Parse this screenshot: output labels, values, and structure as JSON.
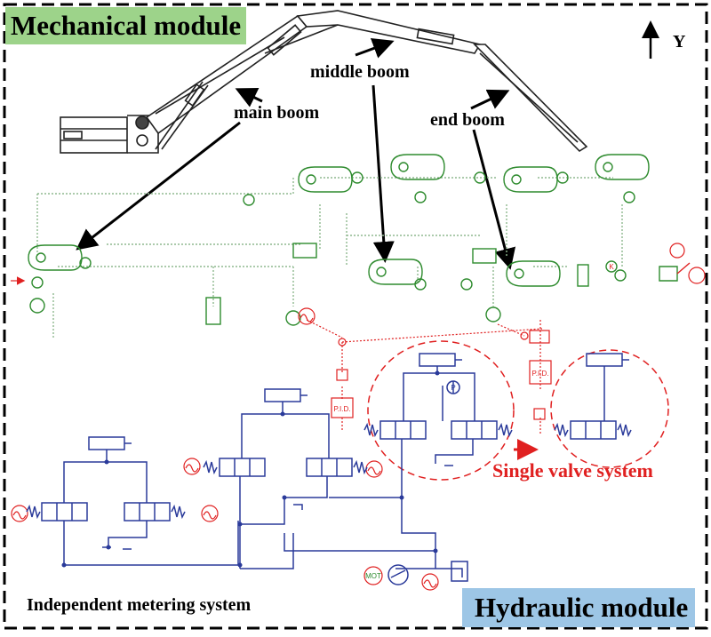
{
  "modules": {
    "mechanical": "Mechanical module",
    "hydraulic": "Hydraulic module"
  },
  "booms": {
    "main": "main boom",
    "middle": "middle boom",
    "end": "end boom"
  },
  "axis": {
    "y": "Y"
  },
  "systems": {
    "single_valve": "Single valve system",
    "independent_metering": "Independent metering system"
  },
  "component_text": {
    "pid_a": "P.I.D.",
    "pid_b": "P.I.D.",
    "pump_motor": "MOT",
    "pressure_p": "P",
    "gain_k": "K"
  },
  "colors": {
    "mechanical_tag": "#9dd38a",
    "hydraulic_tag": "#9dc6e6",
    "mechanical_lines": "#2e8b2e",
    "hydraulic_lines": "#2a3a9a",
    "control_lines": "#e02020",
    "single_valve_text": "#e02020"
  }
}
